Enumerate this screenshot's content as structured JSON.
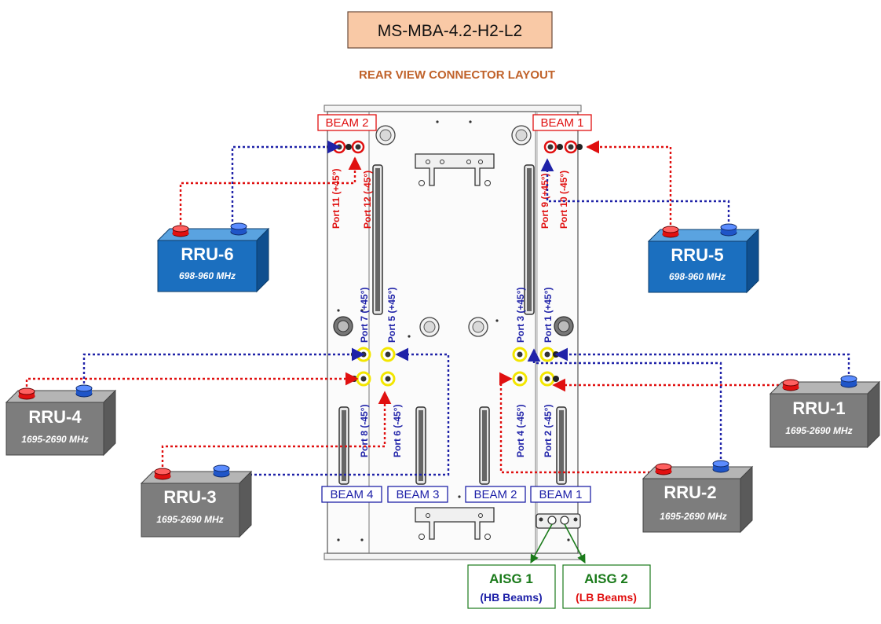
{
  "title": "MS-MBA-4.2-H2-L2",
  "subtitle": "REAR VIEW CONNECTOR LAYOUT",
  "colors": {
    "title_fill": "#f9c9a6",
    "subtitle": "#c0622a",
    "lb_red": "#e01010",
    "hb_blue": "#1f22a8",
    "aisg_green": "#1a7a1a",
    "rru_blue": "#1b6fbf",
    "rru_gray": "#7d7d7d",
    "highlight_yellow": "#f3e600"
  },
  "beams_top": {
    "left": "BEAM 2",
    "right": "BEAM 1"
  },
  "beams_bottom": [
    "BEAM 4",
    "BEAM 3",
    "BEAM 2",
    "BEAM 1"
  ],
  "ports": {
    "p11": "Port 11 (+45°)",
    "p12": "Port 12 (-45°)",
    "p9": "Port  9 (+45°)",
    "p10": "Port 10 (-45°)",
    "p7": "Port  7 (+45°)",
    "p5": "Port  5 (+45°)",
    "p3": "Port  3 (+45°)",
    "p1": "Port  1 (+45°)",
    "p8": "Port  8 (-45°)",
    "p6": "Port  6 (-45°)",
    "p4": "Port  4 (-45°)",
    "p2": "Port  2 (-45°)"
  },
  "rrus": {
    "rru6": {
      "name": "RRU-6",
      "band": "698-960 MHz"
    },
    "rru5": {
      "name": "RRU-5",
      "band": "698-960 MHz"
    },
    "rru4": {
      "name": "RRU-4",
      "band": "1695-2690 MHz"
    },
    "rru1": {
      "name": "RRU-1",
      "band": "1695-2690 MHz"
    },
    "rru3": {
      "name": "RRU-3",
      "band": "1695-2690 MHz"
    },
    "rru2": {
      "name": "RRU-2",
      "band": "1695-2690 MHz"
    }
  },
  "aisg": [
    {
      "name": "AISG 1",
      "sub": "(HB Beams)"
    },
    {
      "name": "AISG 2",
      "sub": "(LB Beams)"
    }
  ]
}
